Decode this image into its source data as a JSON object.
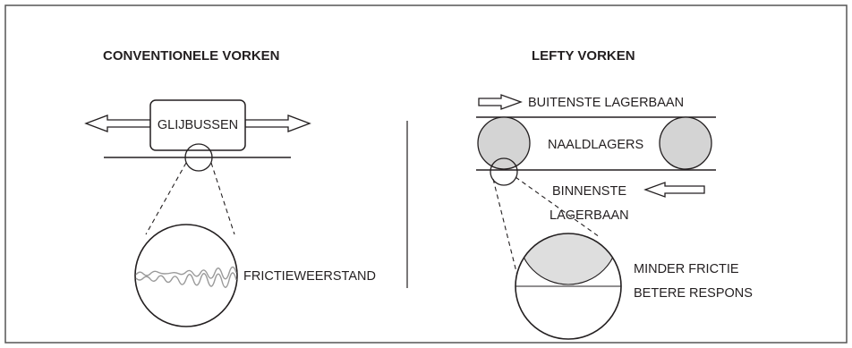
{
  "left": {
    "title": "CONVENTIONELE VORKEN",
    "part_label": "GLIJBUSSEN",
    "callout": "FRICTIEWEERSTAND"
  },
  "right": {
    "title": "LEFTY VORKEN",
    "outer_race": "BUITENSTE LAGERBAAN",
    "needles": "NAALDLAGERS",
    "inner_race_line1": "BINNENSTE",
    "inner_race_line2": "LAGERBAAN",
    "callout_line1": "MINDER FRICTIE",
    "callout_line2": "BETERE RESPONS"
  },
  "colors": {
    "frame": "#555555",
    "ink": "#231f20",
    "bearing_fill": "#d4d4d4",
    "zoom_fill": "#dedede",
    "friction": "#9a9a9a"
  }
}
